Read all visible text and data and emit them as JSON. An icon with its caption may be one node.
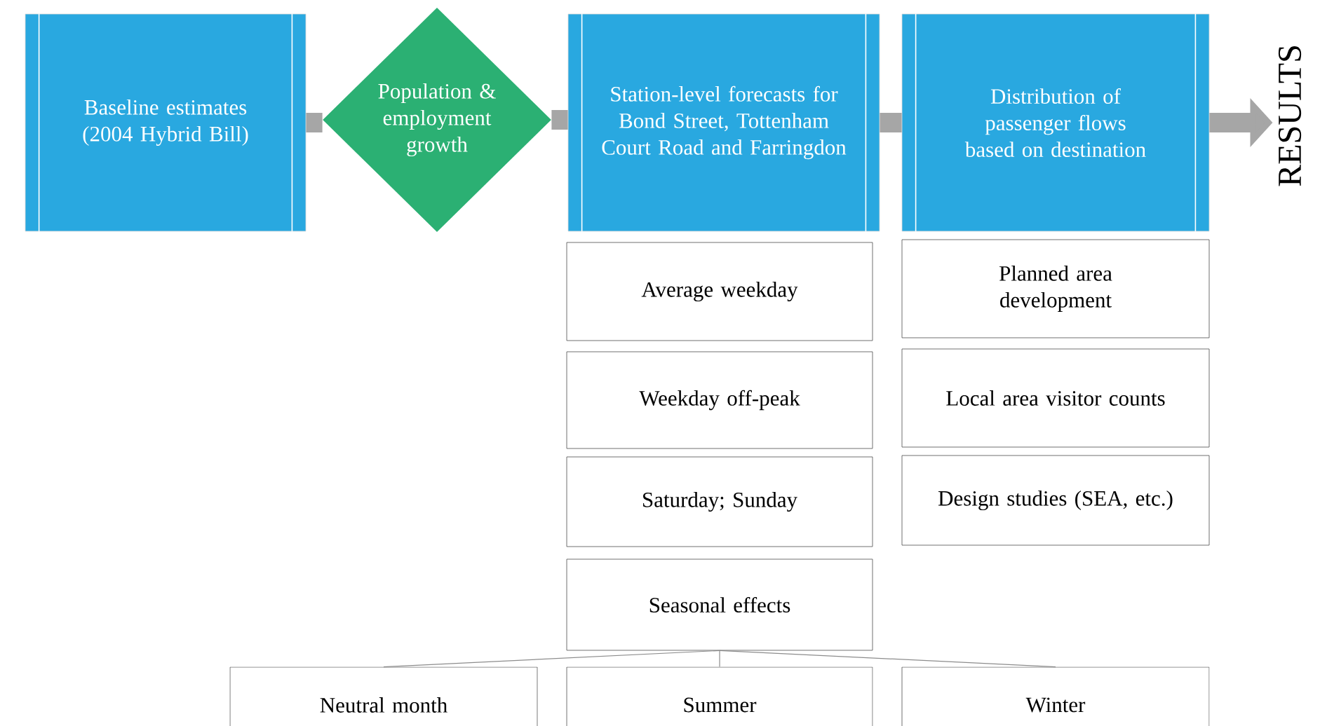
{
  "diagram": {
    "nodes": [
      {
        "text": [
          "Baseline estimates (2004 Hybrid Bill)"
        ]
      },
      {
        "text": [
          "Population & employment growth"
        ]
      },
      {
        "text": [
          "Station-level forecasts for Bond Street, Tottenham Court Road and Farringdon"
        ]
      },
      {
        "text": [
          "Distribution of passenger flows based on destination"
        ]
      },
      {
        "text": [
          "RESULTS"
        ]
      },
      {
        "text": [
          "Average weekday"
        ]
      },
      {
        "text": [
          "Weekday off-peak"
        ]
      },
      {
        "text": [
          "Saturday; Sunday"
        ]
      },
      {
        "text": [
          "Seasonal effects"
        ]
      },
      {
        "text": [
          "Planned area development"
        ]
      },
      {
        "text": [
          "Local area visitor counts"
        ]
      },
      {
        "text": [
          "Design studies (SEA, etc.)"
        ]
      },
      {
        "text": [
          "Neutral month"
        ]
      },
      {
        "text": [
          "Summer"
        ]
      },
      {
        "text": [
          "Winter"
        ]
      }
    ],
    "edges": [
      {
        "from": 0,
        "to": 1,
        "arrow": "none"
      },
      {
        "from": 1,
        "to": 2,
        "arrow": "none"
      },
      {
        "from": 2,
        "to": 3,
        "arrow": "none"
      },
      {
        "from": 3,
        "to": 4,
        "arrow": "to"
      },
      {
        "from": 8,
        "to": 12,
        "arrow": "none"
      },
      {
        "from": 8,
        "to": 13,
        "arrow": "none"
      },
      {
        "from": 8,
        "to": 14,
        "arrow": "none"
      }
    ]
  }
}
